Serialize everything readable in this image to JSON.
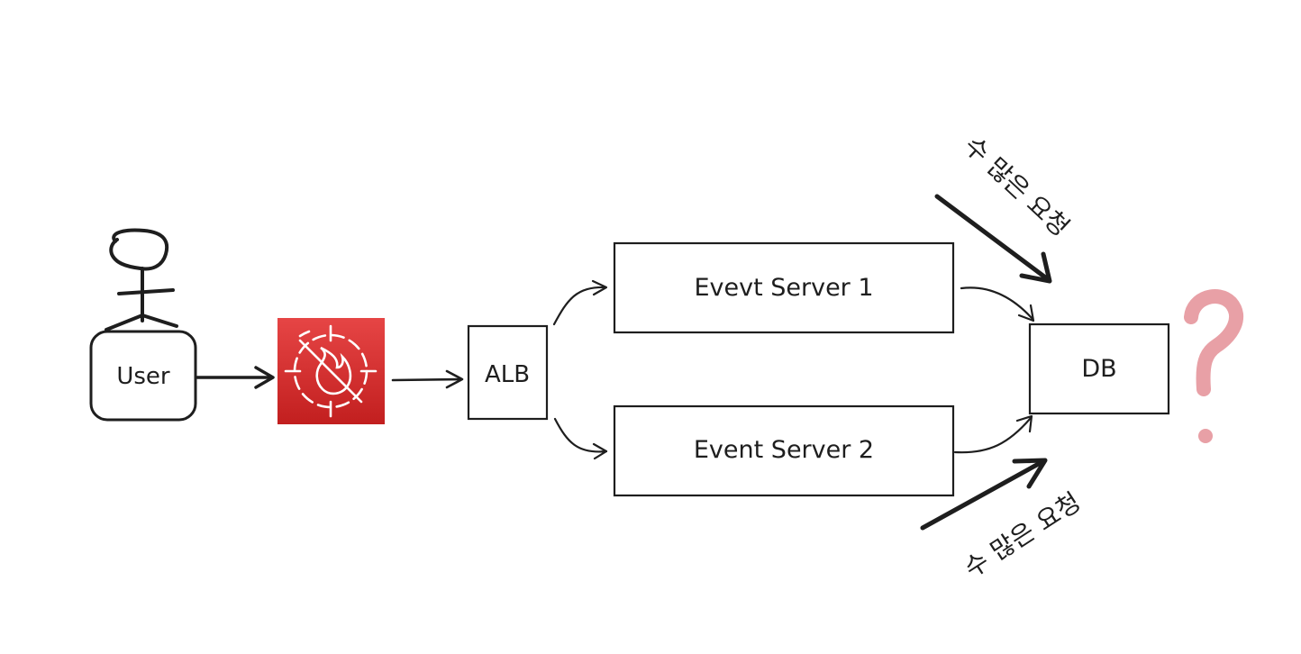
{
  "nodes": {
    "user": "User",
    "alb": "ALB",
    "server1": "Evevt Server 1",
    "server2": "Event Server 2",
    "db": "DB"
  },
  "annotations": {
    "top_requests": "수 많은 요청",
    "bottom_requests": "수 많은 요청",
    "question_mark": "?"
  },
  "icons": {
    "firewall": "waf-firewall-icon",
    "person": "stick-figure-icon"
  },
  "colors": {
    "stroke": "#1e1e1e",
    "firewall_bg_top": "#e64545",
    "firewall_bg_bottom": "#c21f1f",
    "question_mark": "#e8a0a6"
  }
}
